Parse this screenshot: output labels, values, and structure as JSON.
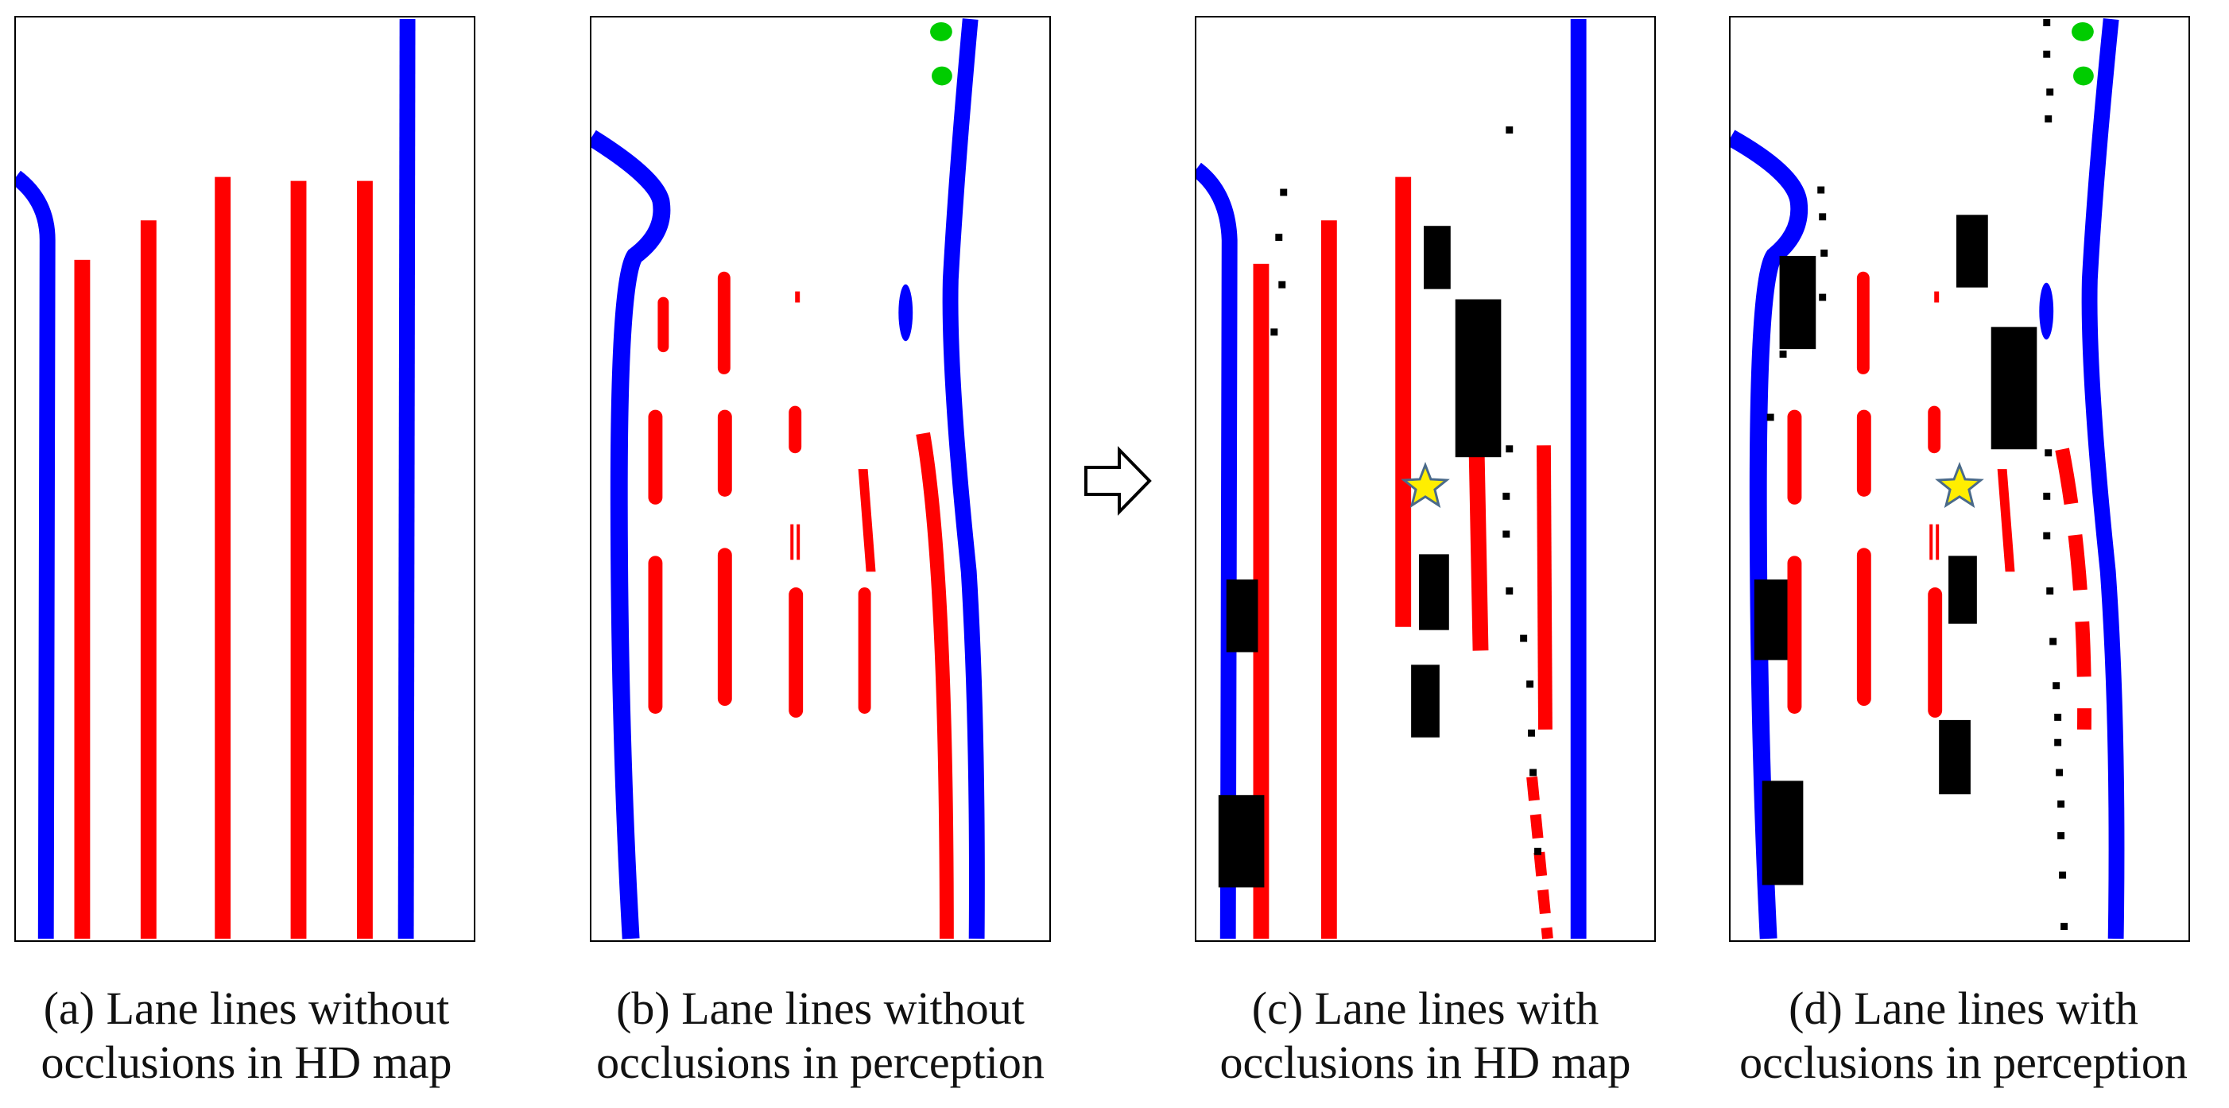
{
  "figure": {
    "panels": [
      {
        "id": "a",
        "caption_line1": "(a)  Lane lines without",
        "caption_line2": "occlusions in HD map"
      },
      {
        "id": "b",
        "caption_line1": "(b) Lane lines without",
        "caption_line2": "occlusions in perception"
      },
      {
        "id": "c",
        "caption_line1": "(c) Lane lines with",
        "caption_line2": "occlusions in HD map"
      },
      {
        "id": "d",
        "caption_line1": "(d) Lane lines with",
        "caption_line2": "occlusions in perception"
      }
    ],
    "colors": {
      "road_boundary": "#0000ff",
      "lane_line": "#ff0000",
      "occlusion": "#000000",
      "other_marking": "#00cc00",
      "ego_star": "#ffee00"
    }
  }
}
